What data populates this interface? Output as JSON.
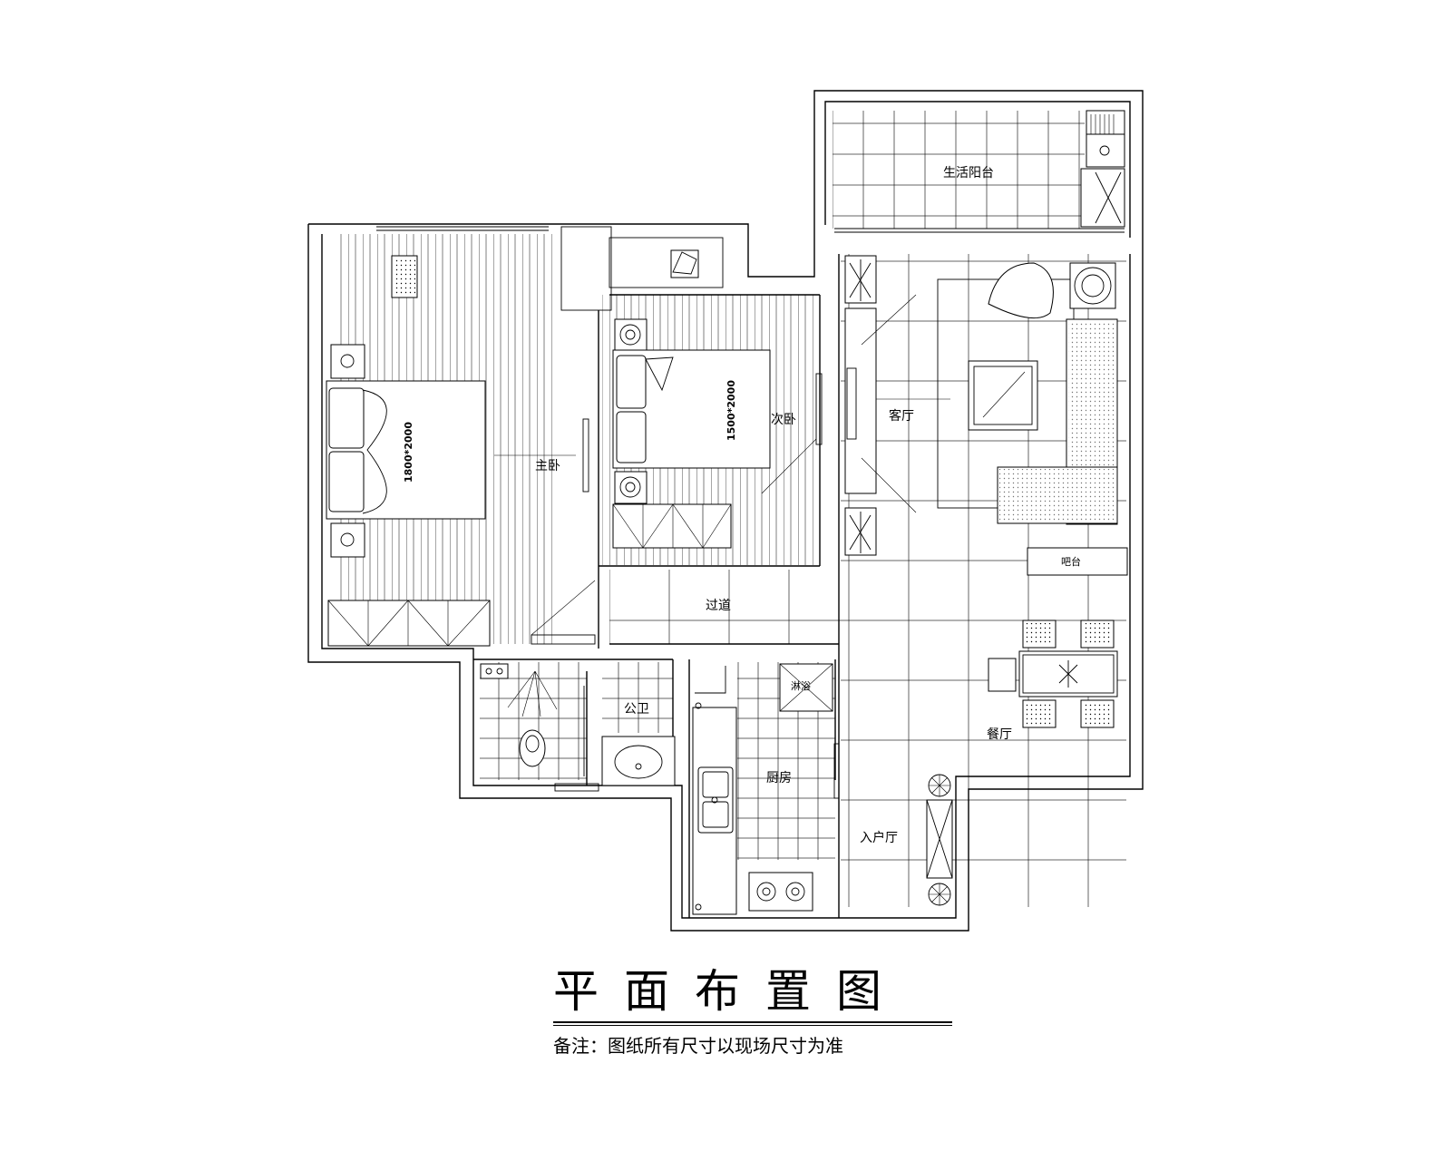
{
  "drawing": {
    "title": "平面布置图",
    "note": "备注：图纸所有尺寸以现场尺寸为准"
  },
  "rooms": {
    "balcony": "生活阳台",
    "master_bedroom": "主卧",
    "second_bedroom": "次卧",
    "living_room": "客厅",
    "corridor": "过道",
    "bathroom": "公卫",
    "kitchen": "厨房",
    "shower": "淋浴",
    "bar": "吧台",
    "dining_room": "餐厅",
    "entrance_hall": "入户厅"
  },
  "beds": {
    "master_size": "1800*2000",
    "second_size": "1500*2000"
  }
}
